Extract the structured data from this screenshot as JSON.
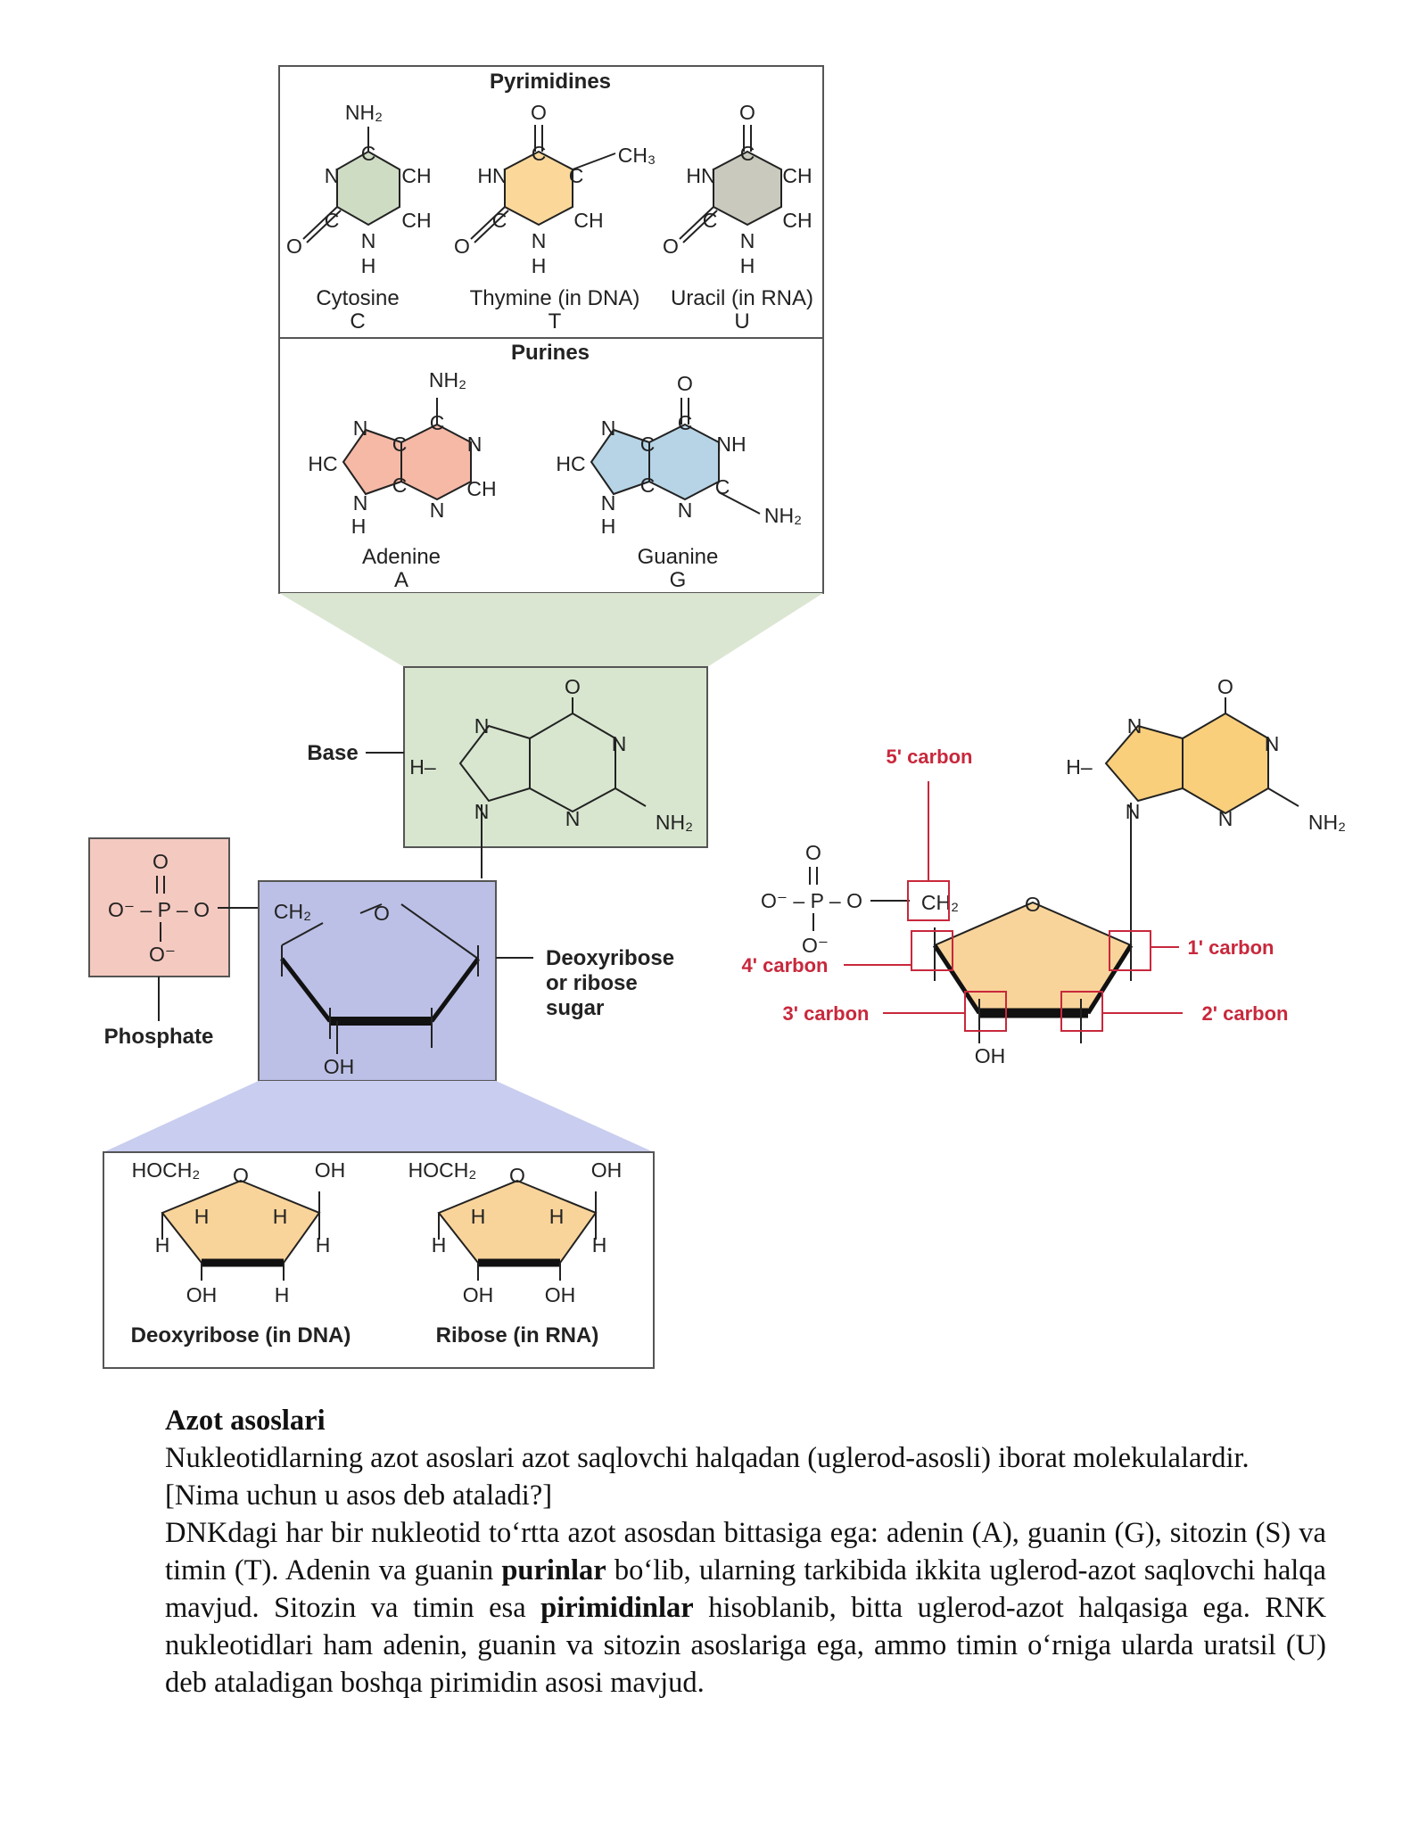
{
  "figure": {
    "pyrimidines": {
      "header": "Pyrimidines",
      "cytosine": {
        "name": "Cytosine",
        "letter": "C"
      },
      "thymine": {
        "name": "Thymine (in DNA)",
        "letter": "T"
      },
      "uracil": {
        "name": "Uracil (in RNA)",
        "letter": "U"
      }
    },
    "purines": {
      "header": "Purines",
      "adenine": {
        "name": "Adenine",
        "letter": "A"
      },
      "guanine": {
        "name": "Guanine",
        "letter": "G"
      }
    },
    "atoms": {
      "o": "O",
      "n": "N",
      "h": "H",
      "c": "C",
      "ch": "CH",
      "hn": "HN",
      "hc": "HC",
      "nh": "NH",
      "nh2": "NH₂",
      "ch3": "CH₃",
      "ch2": "CH₂",
      "oh": "OH",
      "o_minus": "O⁻",
      "p": "P",
      "hoch2": "HOCH₂",
      "o_minus_p_o": "O⁻ – P – O",
      "h_dash": "H–"
    },
    "labels": {
      "base": "Base",
      "phosphate": "Phosphate",
      "sugar_line1": "Deoxyribose",
      "sugar_line2": "or ribose",
      "sugar_line3": "sugar",
      "deoxyribose_dna": "Deoxyribose (in DNA)",
      "ribose_rna": "Ribose (in RNA)",
      "carbon_5": "5' carbon",
      "carbon_4": "4' carbon",
      "carbon_3": "3' carbon",
      "carbon_2": "2' carbon",
      "carbon_1": "1' carbon"
    },
    "colors": {
      "cytosine": "#cfdcc4",
      "thymine": "#fbd89a",
      "uracil": "#c9c9bd",
      "adenine": "#f5b9a6",
      "guanine": "#b6d4e6",
      "base_box": "#d8e6cf",
      "phosphate_box": "#f4c9c0",
      "sugar_box": "#bcc0e6",
      "sugar_ring": "#f9d49a",
      "nucleotide_base": "#f9cf7c",
      "red_label": "#c8283c"
    }
  },
  "text": {
    "heading": "Azot asoslari",
    "p1": "Nukleotidlarning azot asoslari azot saqlovchi halqadan (uglerod-asosli) iborat molekulalardir.",
    "p2": "[Nima uchun u asos deb ataladi?]",
    "p3_a": "DNKdagi har bir nukleotid to‘rtta azot asosdan bittasiga ega: adenin (A), guanin (G), sitozin (S) va timin (T). Adenin va guanin ",
    "p3_b": "purinlar",
    "p3_c": " bo‘lib, ularning tarkibida ikkita uglerod-azot saqlovchi halqa mavjud. Sitozin va timin esa ",
    "p3_d": "pirimidinlar",
    "p3_e": " hisoblanib, bitta uglerod-azot halqasiga ega. RNK nukleotidlari ham adenin, guanin va sitozin asoslariga ega, ammo timin o‘rniga ularda uratsil (U) deb ataladigan boshqa pirimidin asosi mavjud."
  }
}
